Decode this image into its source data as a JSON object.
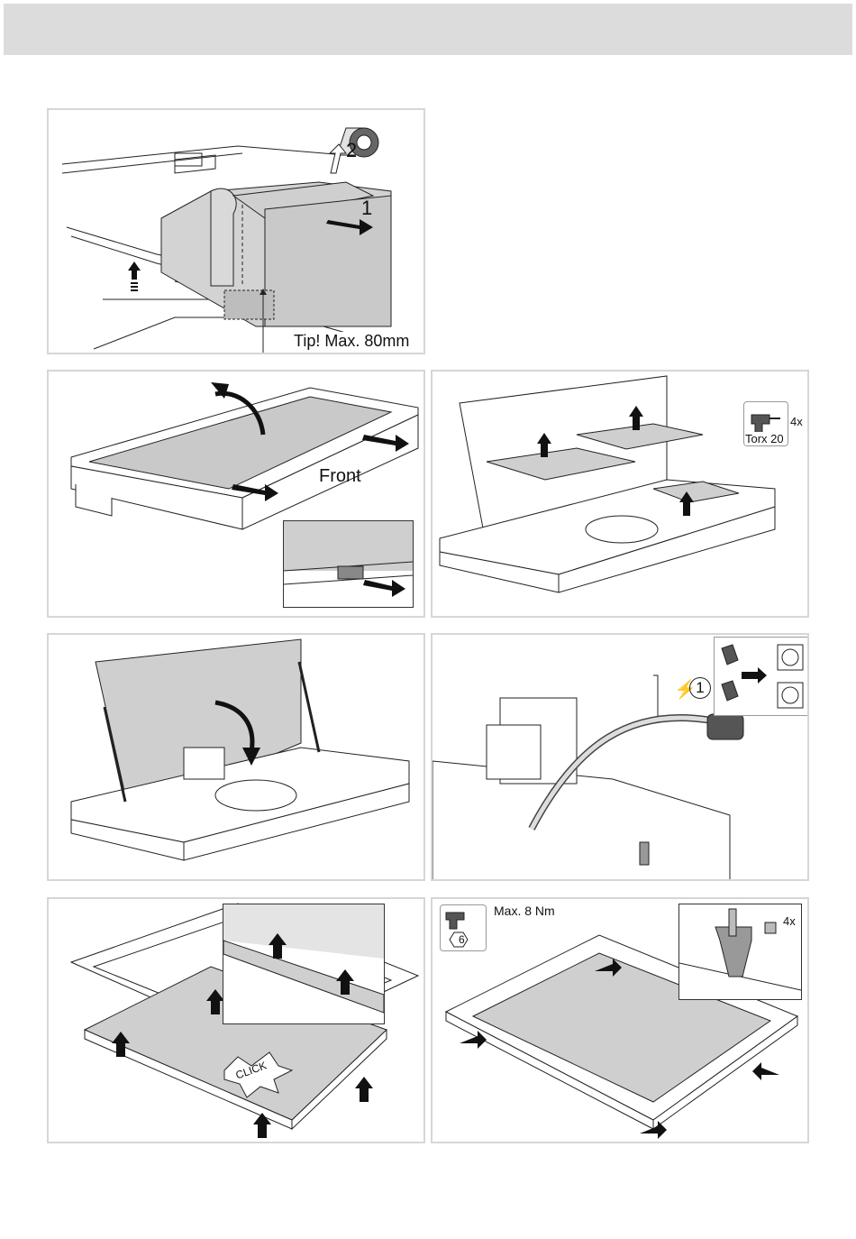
{
  "panel1": {
    "step_1": "1",
    "step_2": "2",
    "tip": "Tip! Max. 80mm"
  },
  "panel2": {
    "front": "Front"
  },
  "panel3": {
    "count": "4x",
    "tool": "Torx 20"
  },
  "panel5": {
    "warning": "1"
  },
  "panel6": {
    "click": "CLICK"
  },
  "panel7": {
    "torque": "Max. 8 Nm",
    "tool_number": "6",
    "count": "4x"
  }
}
